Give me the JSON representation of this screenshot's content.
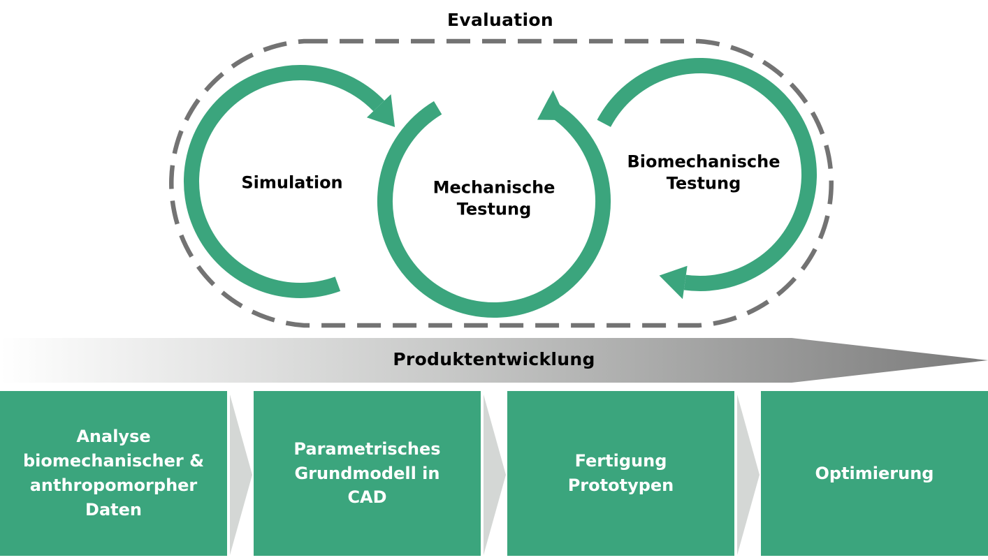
{
  "colors": {
    "green": "#3ba57d",
    "dash_gray": "#737373",
    "chevron_gray": "#d4d7d5",
    "gradient_start": "#ffffff",
    "gradient_mid": "#c4c5c4",
    "gradient_end": "#7c7c7c",
    "text_dark": "#000000",
    "text_light": "#ffffff"
  },
  "evaluation": {
    "title": "Evaluation",
    "cycles": [
      {
        "id": "simulation",
        "label": "Simulation"
      },
      {
        "id": "mechanical-testing",
        "label": "Mechanische\nTestung"
      },
      {
        "id": "biomechanical-testing",
        "label": "Biomechanische\nTestung"
      }
    ]
  },
  "product_development": {
    "label": "Produktentwicklung"
  },
  "steps": [
    {
      "id": "analysis",
      "label": "Analyse\nbiomechanischer &\nanthropomorpher\nDaten"
    },
    {
      "id": "cad-model",
      "label": "Parametrisches\nGrundmodell in\nCAD"
    },
    {
      "id": "prototyping",
      "label": "Fertigung\nPrototypen"
    },
    {
      "id": "optimization",
      "label": "Optimierung"
    }
  ]
}
